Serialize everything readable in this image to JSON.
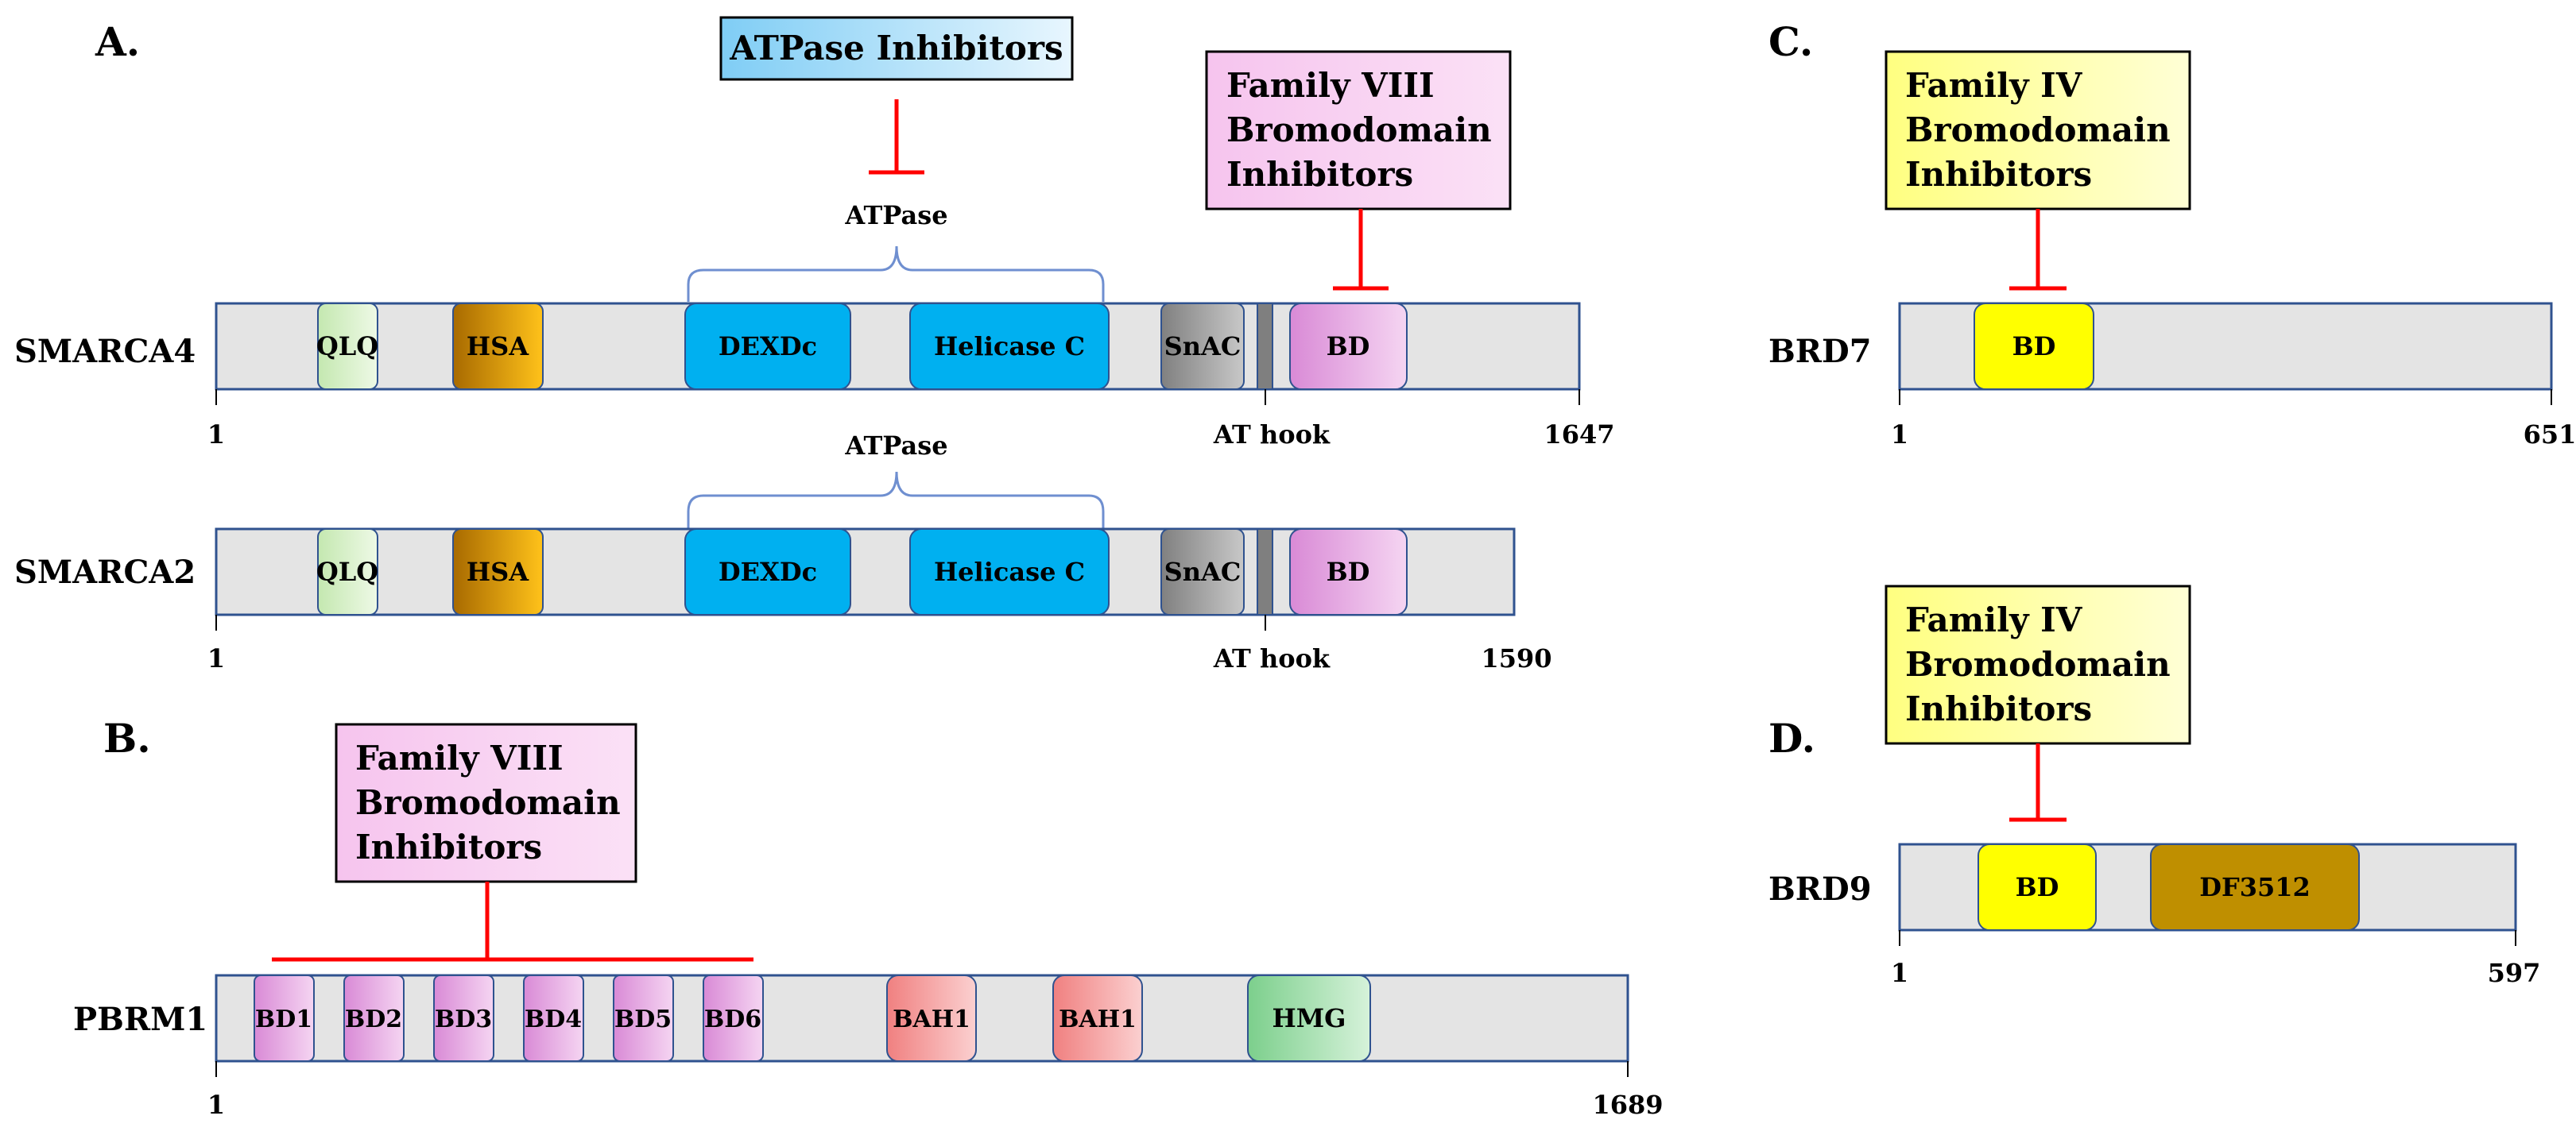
{
  "colors": {
    "bar_fill": "#e4e4e4",
    "bar_stroke": "#2f528f",
    "inhibitor_red": "#ff0000",
    "bracket_blue": "#6f8fd0",
    "qlq": "#d9f0c8",
    "hsa": "#c9860a",
    "atpase_domain": "#00b0f0",
    "snac": "#9e9e9e",
    "at_hook_bar": "#7f7f7f",
    "bd_pink": "#e9a9e6",
    "bd_yellow": "#ffff00",
    "df3512": "#bf8f00",
    "bah": "#f4a6a6",
    "hmg": "#9fd9a9",
    "box_blue": "#9fd8f7",
    "box_pink": "#f9cdf0",
    "box_yellow": "#ffff99"
  },
  "panels": {
    "A": "A.",
    "B": "B.",
    "C": "C.",
    "D": "D."
  },
  "inhibitor_boxes": {
    "atpase": "ATPase Inhibitors",
    "family_viii_a": [
      "Family VIII",
      "Bromodomain",
      "Inhibitors"
    ],
    "family_viii_b": [
      "Family VIII",
      "Bromodomain",
      "Inhibitors"
    ],
    "family_iv_c": [
      "Family IV",
      "Bromodomain",
      "Inhibitors"
    ],
    "family_iv_d": [
      "Family IV",
      "Bromodomain",
      "Inhibitors"
    ]
  },
  "proteins": {
    "smarca4": {
      "name": "SMARCA4",
      "start": "1",
      "end": "1647",
      "atpase_label": "ATPase",
      "at_hook": "AT hook",
      "domains": [
        "QLQ",
        "HSA",
        "DEXDc",
        "Helicase C",
        "SnAC",
        "BD"
      ]
    },
    "smarca2": {
      "name": "SMARCA2",
      "start": "1",
      "end": "1590",
      "atpase_label": "ATPase",
      "at_hook": "AT hook",
      "domains": [
        "QLQ",
        "HSA",
        "DEXDc",
        "Helicase C",
        "SnAC",
        "BD"
      ]
    },
    "pbrm1": {
      "name": "PBRM1",
      "start": "1",
      "end": "1689",
      "domains": [
        "BD1",
        "BD2",
        "BD3",
        "BD4",
        "BD5",
        "BD6",
        "BAH1",
        "BAH1",
        "HMG"
      ]
    },
    "brd7": {
      "name": "BRD7",
      "start": "1",
      "end": "651",
      "domains": [
        "BD"
      ]
    },
    "brd9": {
      "name": "BRD9",
      "start": "1",
      "end": "597",
      "domains": [
        "BD",
        "DF3512"
      ]
    }
  }
}
